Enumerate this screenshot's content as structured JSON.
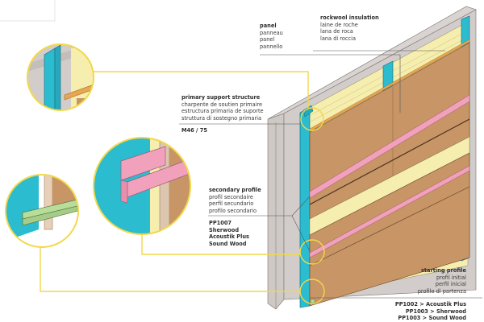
{
  "colors": {
    "concrete": "#d2cdcb",
    "concrete_dark": "#bcb6b3",
    "stud_cyan": "#2bbcd0",
    "insulation": "#f5eeae",
    "panel": "#c79566",
    "panel_dark": "#a87b52",
    "secondary_profile": "#f2a1bc",
    "starting_profile": "#b8dc9a",
    "callout_yellow": "#f2d84a",
    "trim_orange": "#e8a650"
  },
  "labels": {
    "panel": [
      "panel",
      "panneau",
      "panel",
      "pannello"
    ],
    "rockwool": [
      "rockwool insulation",
      "laine de roche",
      "lana de roca",
      "lana di roccia"
    ],
    "primary": {
      "lines": [
        "primary support structure",
        "charpente de soutien primaire",
        "estructura primaria de suporte",
        "struttura di sostegno primaria"
      ],
      "code": "M46 / 75"
    },
    "secondary": {
      "lines": [
        "secondary profile",
        "profil secondaire",
        "perfil secundario",
        "profilo secondario"
      ],
      "codes": [
        "PP1007",
        "Sherwood",
        "Acoustik Plus",
        "Sound Wood"
      ]
    },
    "starting": {
      "lines": [
        "starting profile",
        "profil initial",
        "perfil inicial",
        "profilo di partenza"
      ],
      "codes": [
        "PP1002 > Acoustik Plus",
        "PP1003 > Sherwood",
        "PP1003 > Sound Wood"
      ]
    }
  }
}
